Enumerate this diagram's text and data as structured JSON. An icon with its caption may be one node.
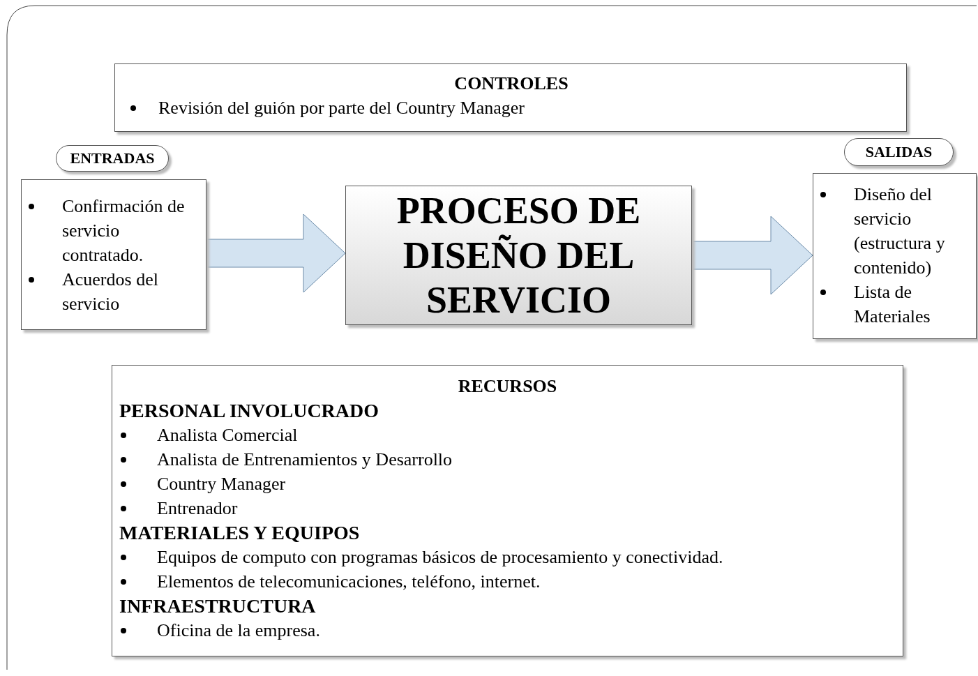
{
  "diagram": {
    "nodes": [
      {
        "text": [
          "CONTROLES",
          "Revisión del guión por parte del Country Manager"
        ]
      },
      {
        "text": [
          "ENTRADAS"
        ]
      },
      {
        "text": [
          "Confirmación de servicio contratado.",
          "Acuerdos del servicio"
        ]
      },
      {
        "text": [
          "PROCESO DE DISEÑO DEL SERVICIO"
        ]
      },
      {
        "text": [
          "SALIDAS"
        ]
      },
      {
        "text": [
          "Diseño del servicio (estructura y contenido)",
          "Lista de Materiales"
        ]
      },
      {
        "text": [
          "RECURSOS",
          "PERSONAL INVOLUCRADO",
          "Analista Comercial",
          "Analista de Entrenamientos y Desarrollo",
          "Country Manager",
          "Entrenador",
          "MATERIALES Y EQUIPOS",
          "Equipos de computo con programas básicos de procesamiento y conectividad.",
          "Elementos de telecomunicaciones, teléfono, internet.",
          "INFRAESTRUCTURA",
          "Oficina de la empresa."
        ]
      }
    ],
    "edges": [
      {
        "from": 2,
        "to": 3,
        "arrow": "to"
      },
      {
        "from": 3,
        "to": 5,
        "arrow": "to"
      }
    ]
  }
}
